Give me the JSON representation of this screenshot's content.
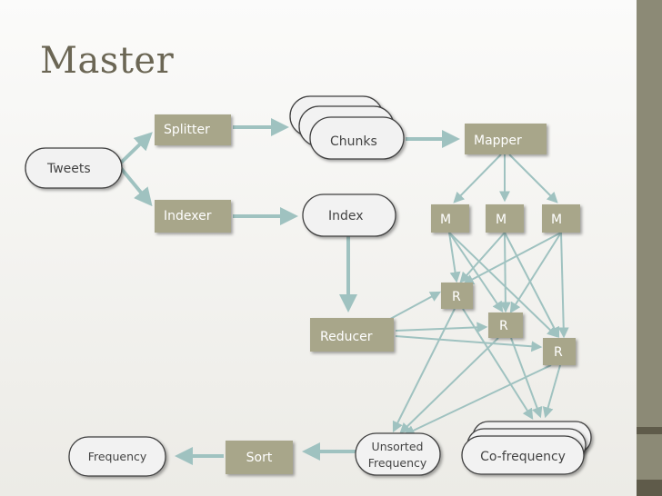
{
  "slide": {
    "title": "Master"
  },
  "nodes": {
    "tweets": "Tweets",
    "splitter": "Splitter",
    "indexer": "Indexer",
    "chunks": "Chunks",
    "index": "Index",
    "mapper": "Mapper",
    "m1": "M",
    "m2": "M",
    "m3": "M",
    "r1": "R",
    "r2": "R",
    "r3": "R",
    "reducer": "Reducer",
    "unsorted_line1": "Unsorted",
    "unsorted_line2": "Frequency",
    "cofrequency": "Co-frequency",
    "sort": "Sort",
    "frequency": "Frequency"
  },
  "colors": {
    "box_fill": "#a8a68a",
    "pill_fill": "#f2f2f2",
    "pill_stroke": "#3f3f3f",
    "arrow": "#9fc2c0",
    "title": "#6b6654",
    "sidebar": "#8c8a76",
    "sidebar_band": "#5f5b4a"
  }
}
